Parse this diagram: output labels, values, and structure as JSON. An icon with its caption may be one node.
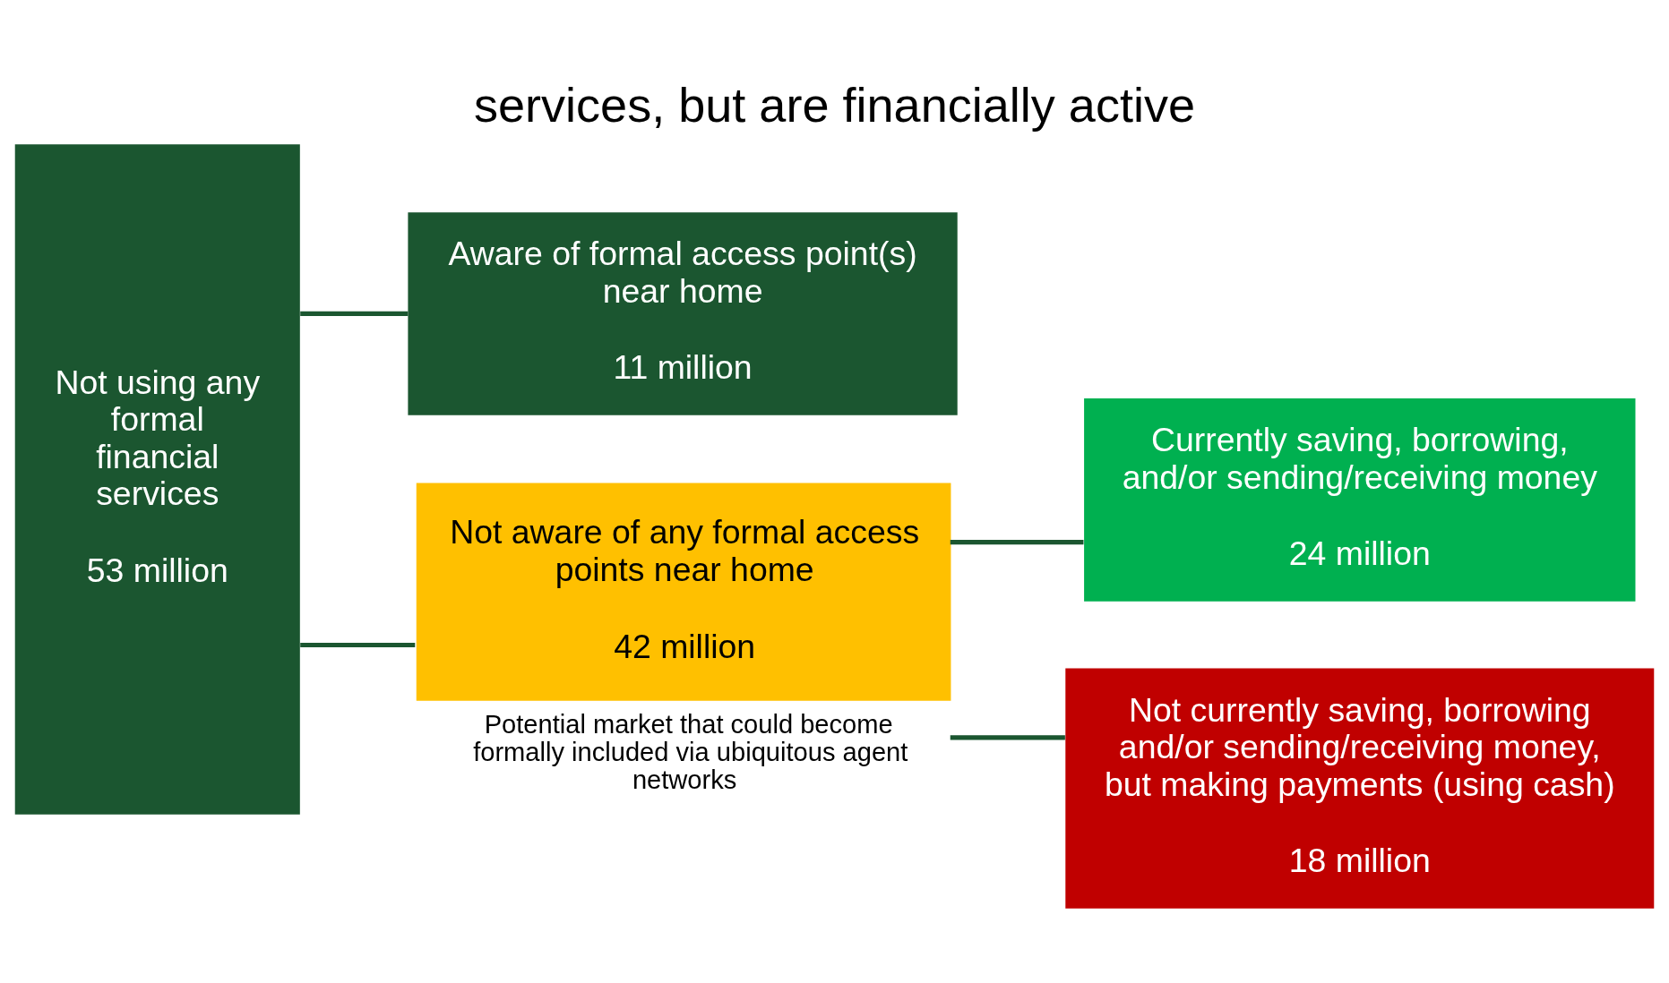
{
  "diagram": {
    "title": "services, but are financially active",
    "nodes": [
      {
        "text": [
          "Not using any formal financial services",
          "53 million"
        ]
      },
      {
        "text": [
          "Aware of formal access point(s) near home",
          "11 million"
        ]
      },
      {
        "text": [
          "Not aware of any formal access points near home",
          "42 million"
        ],
        "beside": [
          "Potential market that could become formally included via ubiquitous agent networks"
        ]
      },
      {
        "text": [
          "Currently saving, borrowing, and/or sending/receiving money",
          "24 million"
        ]
      },
      {
        "text": [
          "Not currently saving, borrowing and/or sending/receiving money, but making payments (using cash)",
          "18 million"
        ]
      }
    ],
    "edges": [
      {
        "from": 0,
        "to": 1,
        "arrow": "none"
      },
      {
        "from": 0,
        "to": 2,
        "arrow": "none"
      },
      {
        "from": 2,
        "to": 3,
        "arrow": "none"
      },
      {
        "from": 2,
        "to": 4,
        "arrow": "none"
      }
    ]
  }
}
